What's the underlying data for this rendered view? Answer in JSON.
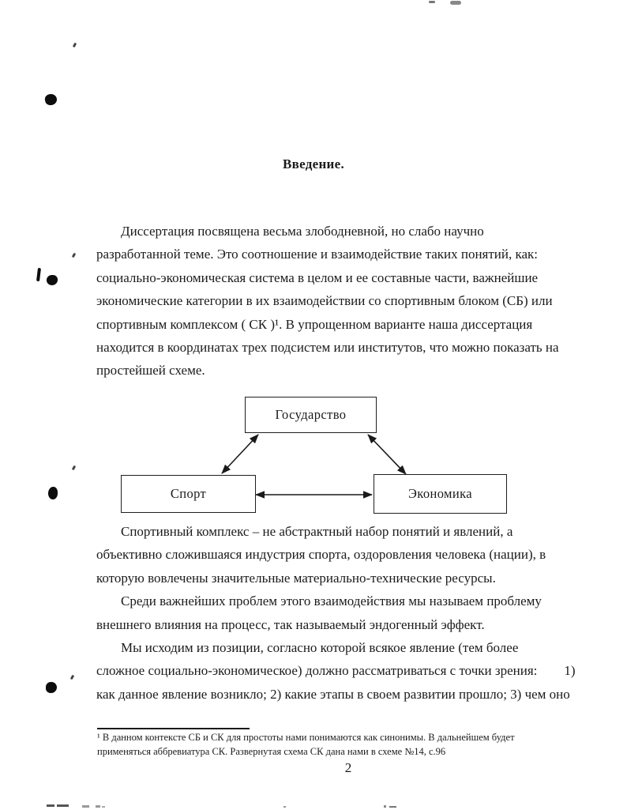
{
  "page": {
    "title": "Введение.",
    "page_number": "2"
  },
  "body": {
    "paragraphs": [
      {
        "lines": [
          "Диссертация посвящена весьма злободневной, но слабо научно",
          "разработанной теме. Это соотношение и взаимодействие таких понятий, как:",
          "социально-экономическая система в целом и ее составные части, важнейшие",
          "экономические категории в их взаимодействии со спортивным блоком (СБ) или",
          "спортивным комплексом ( СК )¹. В упрощенном варианте наша диссертация",
          "находится в координатах трех подсистем или институтов, что можно показать на",
          "простейшей схеме."
        ]
      },
      {
        "lines": [
          "Спортивный комплекс – не абстрактный набор понятий и явлений, а",
          "объективно сложившаяся индустрия спорта, оздоровления человека (нации), в",
          "которую вовлечены значительные материально-технические ресурсы."
        ]
      },
      {
        "lines": [
          "Среди важнейших проблем этого взаимодействия мы называем проблему",
          "внешнего влияния на процесс, так называемый эндогенный эффект."
        ]
      },
      {
        "lines": [
          "Мы исходим из позиции, согласно которой всякое явление (тем более",
          "сложное социально-экономическое) должно рассматриваться с точки зрения:        1)",
          "как данное явление возникло; 2) какие этапы в своем развитии прошло; 3) чем оно"
        ]
      }
    ]
  },
  "diagram": {
    "nodes": [
      {
        "id": "state",
        "label": "Государство"
      },
      {
        "id": "sport",
        "label": "Спорт"
      },
      {
        "id": "economy",
        "label": "Экономика"
      }
    ],
    "edges": [
      {
        "from": "state",
        "to": "sport",
        "bidirectional": true
      },
      {
        "from": "state",
        "to": "economy",
        "bidirectional": true
      },
      {
        "from": "sport",
        "to": "economy",
        "bidirectional": true
      }
    ]
  },
  "footnote": {
    "lines": [
      "¹ В данном контексте СБ и СК для простоты нами понимаются как синонимы. В дальнейшем будет",
      "применяться аббревиатура СК. Развернутая схема СК дана нами в схеме №14, с.96"
    ]
  }
}
